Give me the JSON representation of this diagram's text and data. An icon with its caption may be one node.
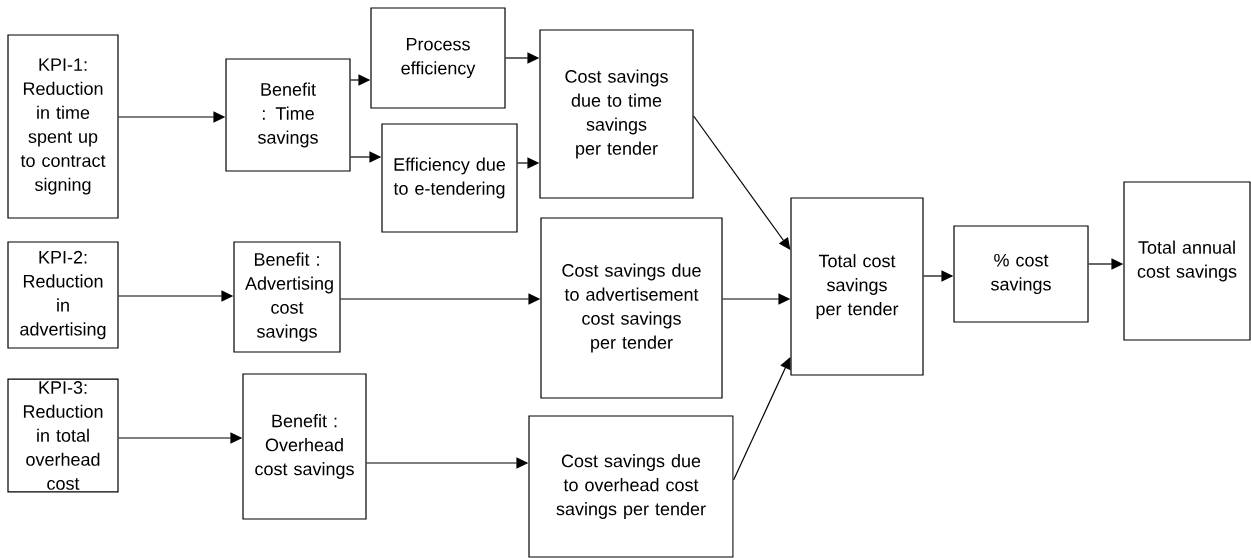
{
  "diagram": {
    "nodes": [
      {
        "text": [
          "KPI-1: Reduction in time spent up to contract signing"
        ]
      },
      {
        "text": [
          "Benefit : Time savings"
        ]
      },
      {
        "text": [
          "Process efficiency"
        ]
      },
      {
        "text": [
          "Efficiency due to e-tendering"
        ]
      },
      {
        "text": [
          "Cost savings due to time savings per tender"
        ]
      },
      {
        "text": [
          "KPI-2: Reduction in advertising"
        ]
      },
      {
        "text": [
          "Benefit : Advertising cost savings"
        ]
      },
      {
        "text": [
          "Cost savings due to advertisement cost savings per tender"
        ]
      },
      {
        "text": [
          "KPI-3: Reduction in total overhead cost"
        ]
      },
      {
        "text": [
          "Benefit : Overhead cost savings"
        ]
      },
      {
        "text": [
          "Cost savings due to overhead cost savings per tender"
        ]
      },
      {
        "text": [
          "Total cost savings per tender"
        ]
      },
      {
        "text": [
          "% cost savings"
        ]
      },
      {
        "text": [
          "Total annual cost savings"
        ]
      }
    ],
    "edges": [
      {
        "from": 0,
        "to": 1,
        "arrow": "to"
      },
      {
        "from": 1,
        "to": 2,
        "arrow": "to"
      },
      {
        "from": 1,
        "to": 3,
        "arrow": "to"
      },
      {
        "from": 2,
        "to": 4,
        "arrow": "to"
      },
      {
        "from": 3,
        "to": 4,
        "arrow": "to"
      },
      {
        "from": 4,
        "to": 11,
        "arrow": "to"
      },
      {
        "from": 5,
        "to": 6,
        "arrow": "to"
      },
      {
        "from": 6,
        "to": 7,
        "arrow": "to"
      },
      {
        "from": 7,
        "to": 11,
        "arrow": "to"
      },
      {
        "from": 8,
        "to": 9,
        "arrow": "to"
      },
      {
        "from": 9,
        "to": 10,
        "arrow": "to"
      },
      {
        "from": 10,
        "to": 11,
        "arrow": "to"
      },
      {
        "from": 11,
        "to": 12,
        "arrow": "to"
      },
      {
        "from": 12,
        "to": 13,
        "arrow": "to"
      }
    ]
  }
}
